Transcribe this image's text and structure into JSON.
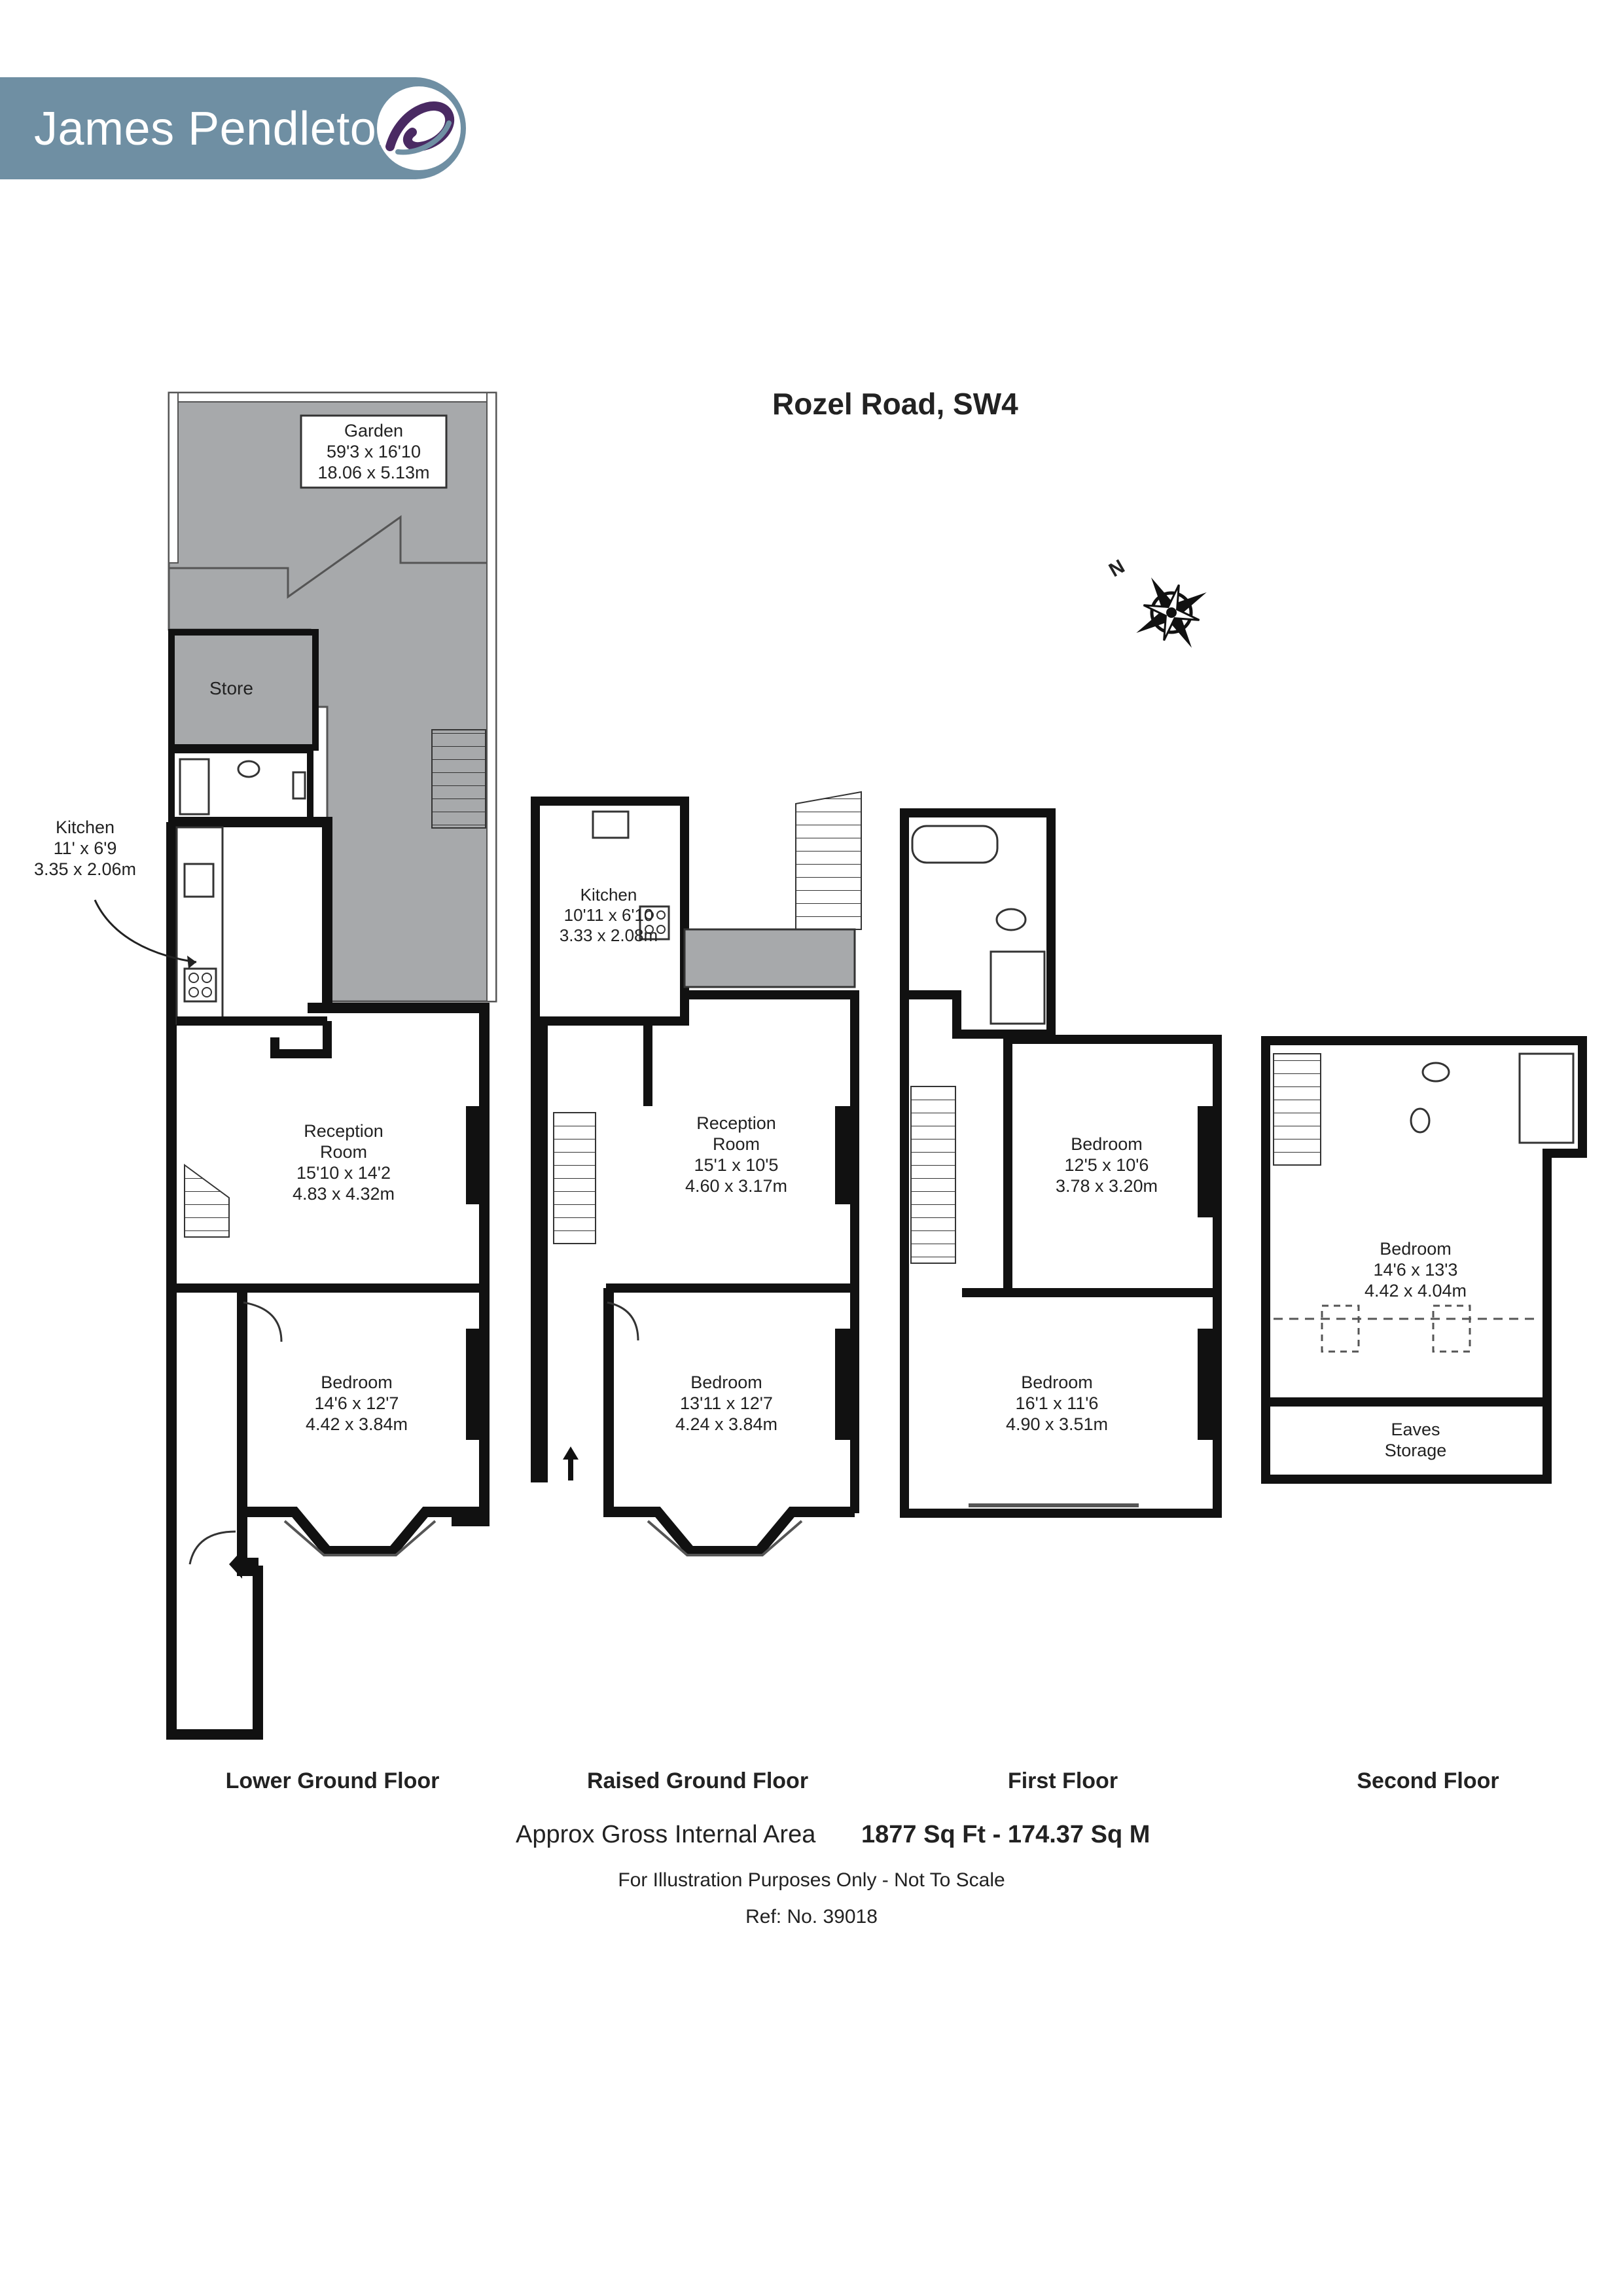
{
  "brand": {
    "name": "James Pendleton",
    "logo_icon": "swirl-logo-icon",
    "color": "#6f8fa3"
  },
  "property_title": "Rozel Road, SW4",
  "compass": {
    "label": "N",
    "icon": "compass-rose-icon"
  },
  "floors": {
    "lower_ground": {
      "label": "Lower Ground Floor",
      "garden": {
        "name": "Garden",
        "imperial": "59'3 x 16'10",
        "metric": "18.06 x 5.13m"
      },
      "store": {
        "name": "Store"
      },
      "kitchen": {
        "name": "Kitchen",
        "imperial": "11' x 6'9",
        "metric": "3.35 x 2.06m"
      },
      "reception": {
        "name_line1": "Reception",
        "name_line2": "Room",
        "imperial": "15'10 x 14'2",
        "metric": "4.83 x 4.32m"
      },
      "bedroom": {
        "name": "Bedroom",
        "imperial": "14'6 x 12'7",
        "metric": "4.42 x 3.84m"
      }
    },
    "raised_ground": {
      "label": "Raised Ground Floor",
      "kitchen": {
        "name": "Kitchen",
        "imperial": "10'11 x 6'10",
        "metric": "3.33 x 2.08m"
      },
      "reception": {
        "name_line1": "Reception",
        "name_line2": "Room",
        "imperial": "15'1 x 10'5",
        "metric": "4.60 x 3.17m"
      },
      "bedroom": {
        "name": "Bedroom",
        "imperial": "13'11 x 12'7",
        "metric": "4.24 x 3.84m"
      }
    },
    "first": {
      "label": "First Floor",
      "bedroom_rear": {
        "name": "Bedroom",
        "imperial": "12'5 x 10'6",
        "metric": "3.78 x 3.20m"
      },
      "bedroom_front": {
        "name": "Bedroom",
        "imperial": "16'1 x 11'6",
        "metric": "4.90 x 3.51m"
      }
    },
    "second": {
      "label": "Second Floor",
      "bedroom": {
        "name": "Bedroom",
        "imperial": "14'6 x 13'3",
        "metric": "4.42 x 4.04m"
      },
      "eaves": {
        "line1": "Eaves",
        "line2": "Storage"
      }
    }
  },
  "area": {
    "label": "Approx Gross Internal Area",
    "value": "1877 Sq Ft  -  174.37 Sq M"
  },
  "disclaimer": "For Illustration Purposes Only - Not To Scale",
  "reference": "Ref: No. 39018"
}
